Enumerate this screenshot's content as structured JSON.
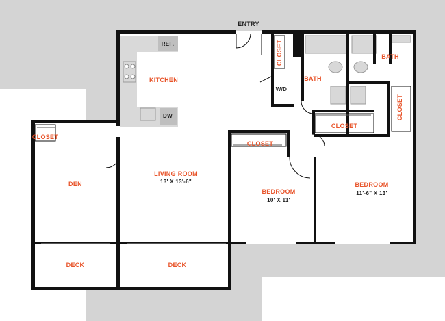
{
  "labels": {
    "entry": "ENTRY",
    "ref": "REF.",
    "kitchen": "KITCHEN",
    "dw": "DW",
    "closet_entry": "CLOSET",
    "wd": "W/D",
    "bath_1": "BATH",
    "bath_2": "BATH",
    "closet_bath": "CLOSET",
    "closet_hall": "CLOSET",
    "closet_den": "CLOSET",
    "den": "DEN",
    "living_room": "LIVING ROOM",
    "living_room_dims": "13' X 13'-6\"",
    "closet_bedroom_1": "CLOSET",
    "bedroom_1": "BEDROOM",
    "bedroom_1_dims": "10' X 11'",
    "bedroom_2": "BEDROOM",
    "bedroom_2_dims": "11'-6\" X 13'",
    "deck_1": "DECK",
    "deck_2": "DECK"
  },
  "colors": {
    "room_label": "#e8542a",
    "wall": "#111111",
    "surround": "#d4d4d4",
    "kitchen_floor": "#d9d9d9"
  }
}
